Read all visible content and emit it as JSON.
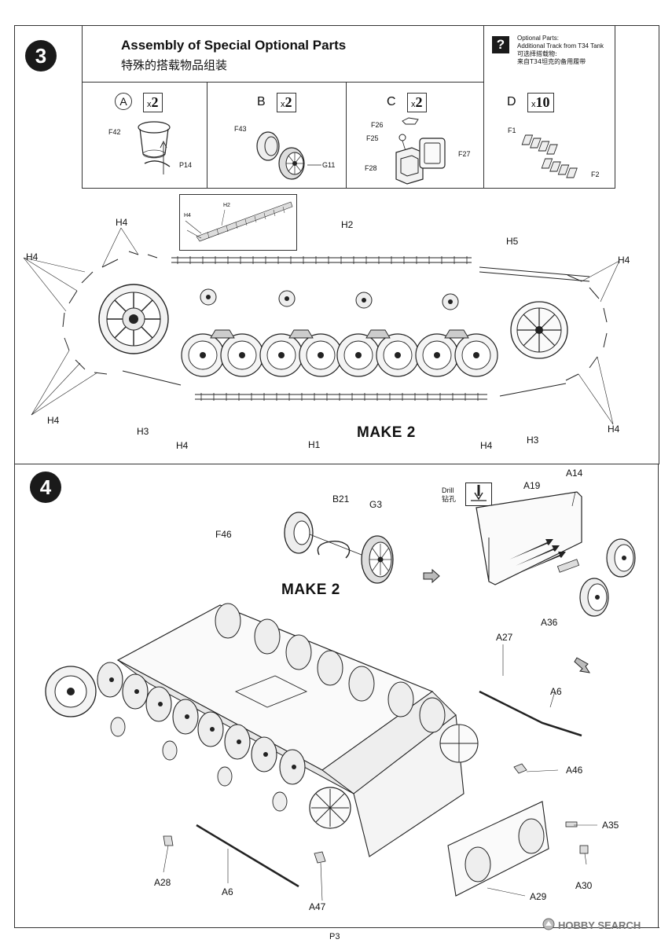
{
  "step3": {
    "number": "3",
    "title": "Assembly of Special Optional Parts",
    "title_cn": "特殊的搭载物品组装",
    "note": {
      "icon": "?",
      "lines": [
        "Optional Parts:",
        "Additional Track from T34 Tank",
        "可选择搭载物:",
        "来自T34坦克的备用履带"
      ]
    },
    "options": [
      {
        "letter": "A",
        "qty_prefix": "x",
        "qty": "2",
        "parts": [
          "F42",
          "P14"
        ]
      },
      {
        "letter": "B",
        "qty_prefix": "x",
        "qty": "2",
        "parts": [
          "F43",
          "G11"
        ]
      },
      {
        "letter": "C",
        "qty_prefix": "x",
        "qty": "2",
        "parts": [
          "F26",
          "F25",
          "F27",
          "F28"
        ]
      },
      {
        "letter": "D",
        "qty_prefix": "x",
        "qty": "10",
        "parts": [
          "F1",
          "F2"
        ]
      }
    ],
    "inset_labels": [
      "H4",
      "H2"
    ],
    "labels": {
      "h4": "H4",
      "h2": "H2",
      "h5": "H5",
      "h3": "H3",
      "h1": "H1"
    },
    "make": "MAKE 2"
  },
  "step4": {
    "number": "4",
    "make": "MAKE 2",
    "drill": {
      "label": "Drill",
      "label_cn": "钻孔"
    },
    "labels": {
      "b21": "B21",
      "g3": "G3",
      "f46": "F46",
      "a14": "A14",
      "a19": "A19",
      "a36": "A36",
      "a27": "A27",
      "a6": "A6",
      "a46": "A46",
      "a35": "A35",
      "a30": "A30",
      "a29": "A29",
      "a28": "A28",
      "a47": "A47"
    }
  },
  "footer": {
    "page": "P3",
    "watermark": "HOBBY SEARCH"
  }
}
